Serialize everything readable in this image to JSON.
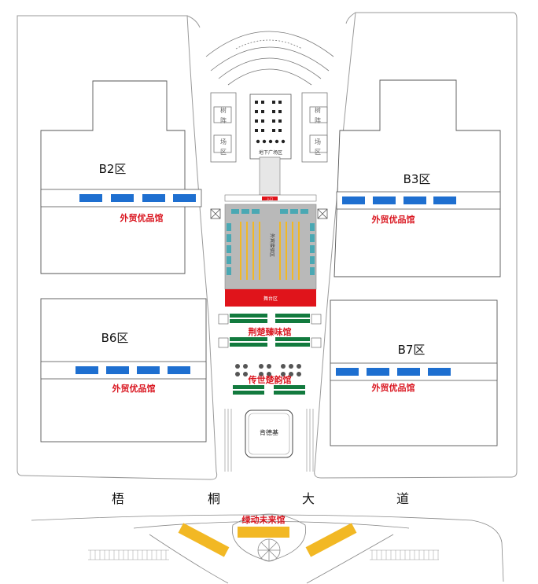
{
  "zones": {
    "b2": "B2区",
    "b3": "B3区",
    "b6": "B6区",
    "b7": "B7区"
  },
  "halls": {
    "waimao": "外贸优品馆",
    "jingchu": "荆楚臻味馆",
    "chuanshi": "传世楚韵馆",
    "lvdong": "绿动未来馆"
  },
  "center": {
    "underground": "地下广场区",
    "shuttle": "外宾接驳区",
    "stage": "舞台区",
    "entry": "入口",
    "kendeji": "肯德基"
  },
  "side_labels": {
    "left": [
      "树",
      "阵",
      "场",
      "区"
    ],
    "right": [
      "树",
      "阵",
      "场",
      "区"
    ]
  },
  "road": [
    "梧",
    "桐",
    "大",
    "道"
  ],
  "colors": {
    "booth_blue": "#1e6fd0",
    "booth_green": "#127a3e",
    "stage_red": "#e0141b",
    "plaza_gray": "#b9b9b9",
    "teal": "#4aa8b3",
    "gold": "#f2b824",
    "label_red": "#d9141e"
  }
}
